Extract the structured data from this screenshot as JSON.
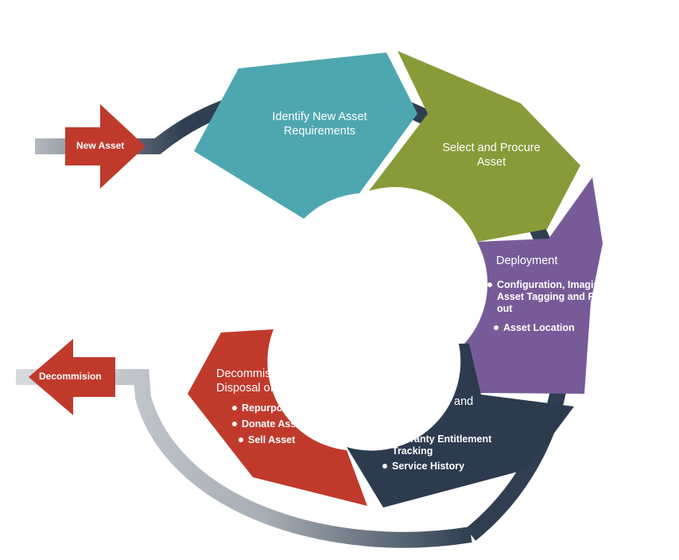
{
  "colors": {
    "ring_dark": "#2f3f51",
    "ring_light": "#c6cacf",
    "teal": "#4ea7b0",
    "green": "#889b38",
    "purple": "#775b98",
    "navy": "#2d3b4f",
    "red": "#c03a2c"
  },
  "entry_arrow": {
    "label": "New Asset"
  },
  "exit_arrow": {
    "label": "Decommision"
  },
  "stages": {
    "identify": {
      "title": "Identify New Asset Requirements"
    },
    "procure": {
      "title": "Select and Procure Asset"
    },
    "deployment": {
      "title": "Deployment",
      "bullets": [
        "Configuration, Imaging, Asset Tagging and Roll-out",
        "Asset Location"
      ]
    },
    "maintenance": {
      "title": "Maintenance and Service",
      "bullets": [
        "Warranty Entitlement Tracking",
        "Service History"
      ]
    },
    "decommission": {
      "title": "Decommission and Disposal of Asset",
      "bullets": [
        "Repurpose Asset",
        "Donate Asset",
        "Sell Asset"
      ]
    }
  }
}
